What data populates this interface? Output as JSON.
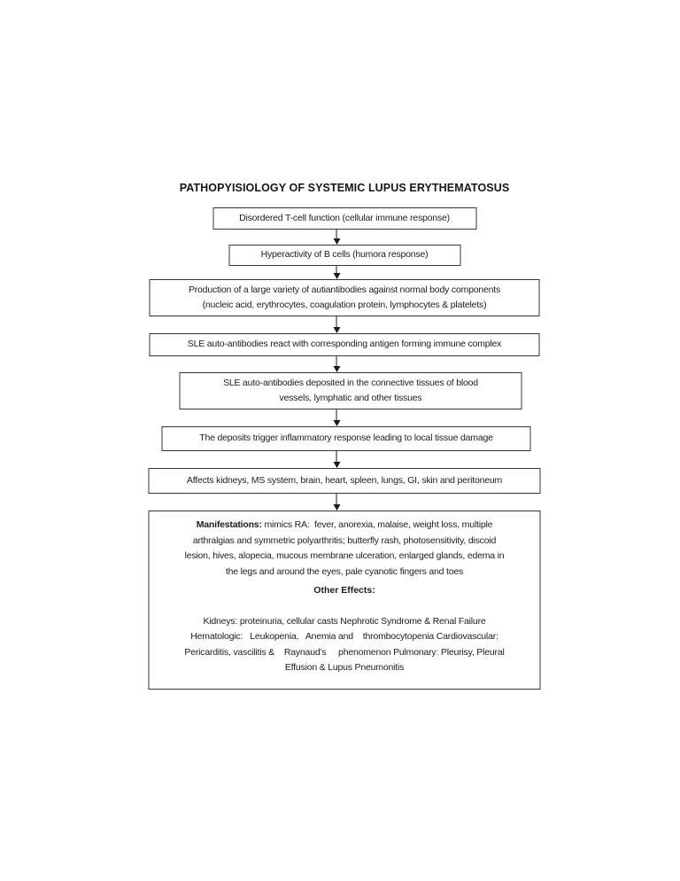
{
  "page": {
    "title": "PATHOPYISIOLOGY OF SYSTEMIC LUPUS ERYTHEMATOSUS"
  },
  "colors": {
    "background": "#ffffff",
    "box_border": "#353535",
    "text": "#1d1d1d"
  },
  "flow_boxes": [
    {
      "name": "disordered-t-cell-function",
      "lines": [
        "Disordered T-cell function (cellular immune response)"
      ]
    },
    {
      "name": "hyperactivity-of-b-cells",
      "lines": [
        "Hyperactivity of B cells (humora response)"
      ]
    },
    {
      "name": "autoantibody-production",
      "lines": [
        "Production of a large variety of autiantibodies against normal body components",
        "(nucleic acid, erythrocytes, coagulation protein, lymphocytes & platelets)"
      ]
    },
    {
      "name": "immune-complex-formation",
      "lines": [
        "SLE auto-antibodies react with corresponding antigen forming immune complex"
      ]
    },
    {
      "name": "antibody-deposition",
      "lines": [
        "SLE auto-antibodies deposited in the connective tissues of blood",
        "vessels, lymphatic and other tissues"
      ]
    },
    {
      "name": "inflammatory-response",
      "lines": [
        "The deposits trigger inflammatory response leading to local tissue damage"
      ]
    },
    {
      "name": "affected-organs",
      "lines": [
        "Affects kidneys, MS system, brain, heart, spleen, lungs, GI, skin and peritoneum"
      ]
    }
  ],
  "manifestations": {
    "label": "Manifestations:",
    "intro_rest": " mimics RA:  fever, anorexia, malaise, weight loss, multiple",
    "lines": [
      "arthralgias and symmetric polyarthritis; butterfly rash, photosensitivity, discoid",
      "lesion, hives, alopecia, mucous membrane ulceration, enlarged glands, edema in",
      "the legs and around the eyes, pale cyanotic fingers and toes"
    ],
    "other_effects_label": "Other Effects:",
    "other_lines": [
      "Kidneys: proteinuria, cellular casts Nephrotic Syndrome & Renal Failure",
      "Hematologic:   Leukopenia,   Anemia and    thrombocytopenia Cardiovascular:",
      "Pericarditis, vascilitis &    Raynaud’s     phenomenon Pulmonary: Pleurisy, Pleural",
      "Effusion & Lupus Pneumonitis"
    ]
  }
}
